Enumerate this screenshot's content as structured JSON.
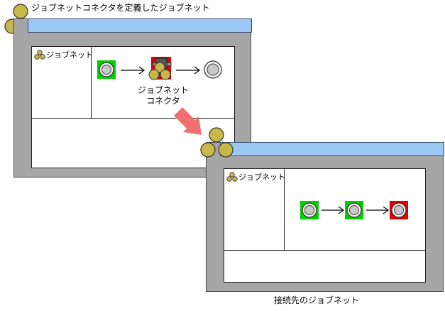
{
  "top_caption": "ジョブネットコネクタを定義したジョブネット",
  "bottom_caption": "接続先のジョブネット",
  "window1": {
    "tab_label": "ジョブネット",
    "connector_label_line1": "ジョブネット",
    "connector_label_line2": "コネクタ"
  },
  "window2": {
    "tab_label": "ジョブネット"
  },
  "colors": {
    "titlebar": "#9cc8f6",
    "window_frame": "#a6a6a6",
    "circle_gold": "#c8b84a",
    "node_green": "#00d000",
    "node_red": "#e00000",
    "transition_arrow": "#f07070"
  },
  "icons": {
    "jobnet_group": "three-circles-icon",
    "unit": "circle-unit-icon",
    "connector": "jobnet-connector-icon",
    "flow": "right-arrow-icon"
  }
}
